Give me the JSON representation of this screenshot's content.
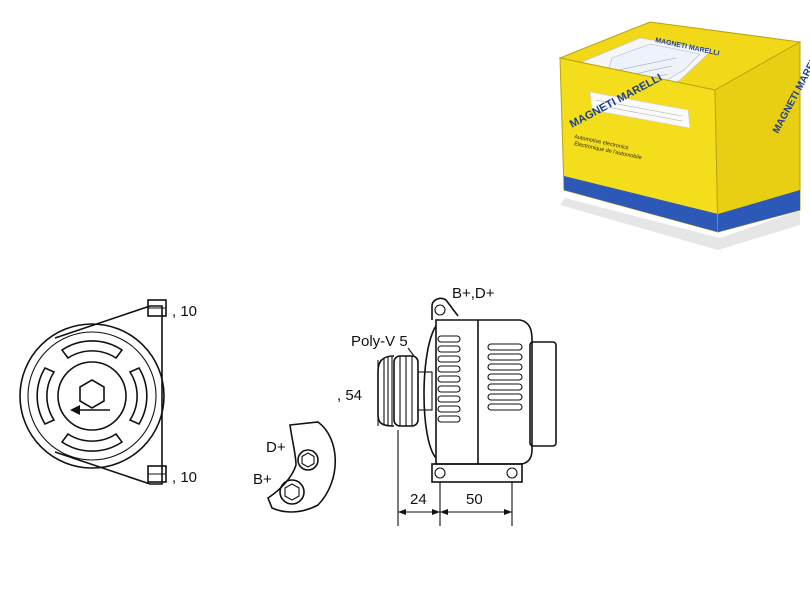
{
  "product_box": {
    "brand_front": "MAGNETI MARELLI",
    "brand_side": "MAGNETI MARELLI",
    "tagline_line1": "Automotive electronics",
    "tagline_line2": "Électronique de l'automobile",
    "colors": {
      "yellow": "#f4dd1a",
      "blue": "#2c58b8",
      "brand_text": "#1b3f8f"
    }
  },
  "front_view": {
    "bolt_top_label": ", 10",
    "bolt_bottom_label": ", 10"
  },
  "terminal_plate": {
    "d_plus_label": "D+",
    "b_plus_label": "B+"
  },
  "side_view": {
    "terminals_label": "B+,D+",
    "pulley_label": "Poly-V 5",
    "pulley_diameter_label": ", 54",
    "dimension_left": "24",
    "dimension_right": "50"
  }
}
